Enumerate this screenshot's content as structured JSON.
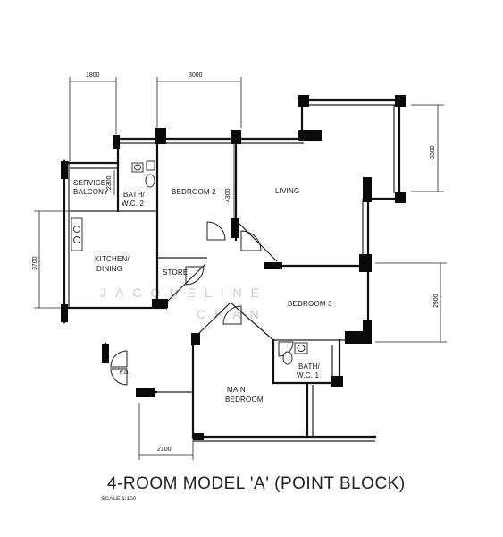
{
  "title": "4-ROOM MODEL 'A' (POINT BLOCK)",
  "scale": "SCALE 1:100",
  "watermark": {
    "line1": "JACQUELINE",
    "line2": "CHAN"
  },
  "rooms": {
    "service_balcony": [
      "SERVICE",
      "BALCONY"
    ],
    "bath_wc2": [
      "BATH/",
      "W.C. 2"
    ],
    "bedroom2": "BEDROOM 2",
    "living": "LIVING",
    "kitchen_dining": [
      "KITCHEN/",
      "DINING"
    ],
    "store": "STORE",
    "bedroom3": "BEDROOM 3",
    "bath_wc1": [
      "BATH/",
      "W.C. 1"
    ],
    "main_bedroom": [
      "MAIN",
      "BEDROOM"
    ],
    "fire_door": [
      "F.D."
    ]
  },
  "dimensions": {
    "top_left": "1800",
    "top_mid": "3000",
    "right_top": "3300",
    "bedroom2_inner": "4300",
    "service_balcony": "2300",
    "left_kitchen": "3700",
    "right_bedroom3": "2900",
    "bottom": "2100"
  }
}
